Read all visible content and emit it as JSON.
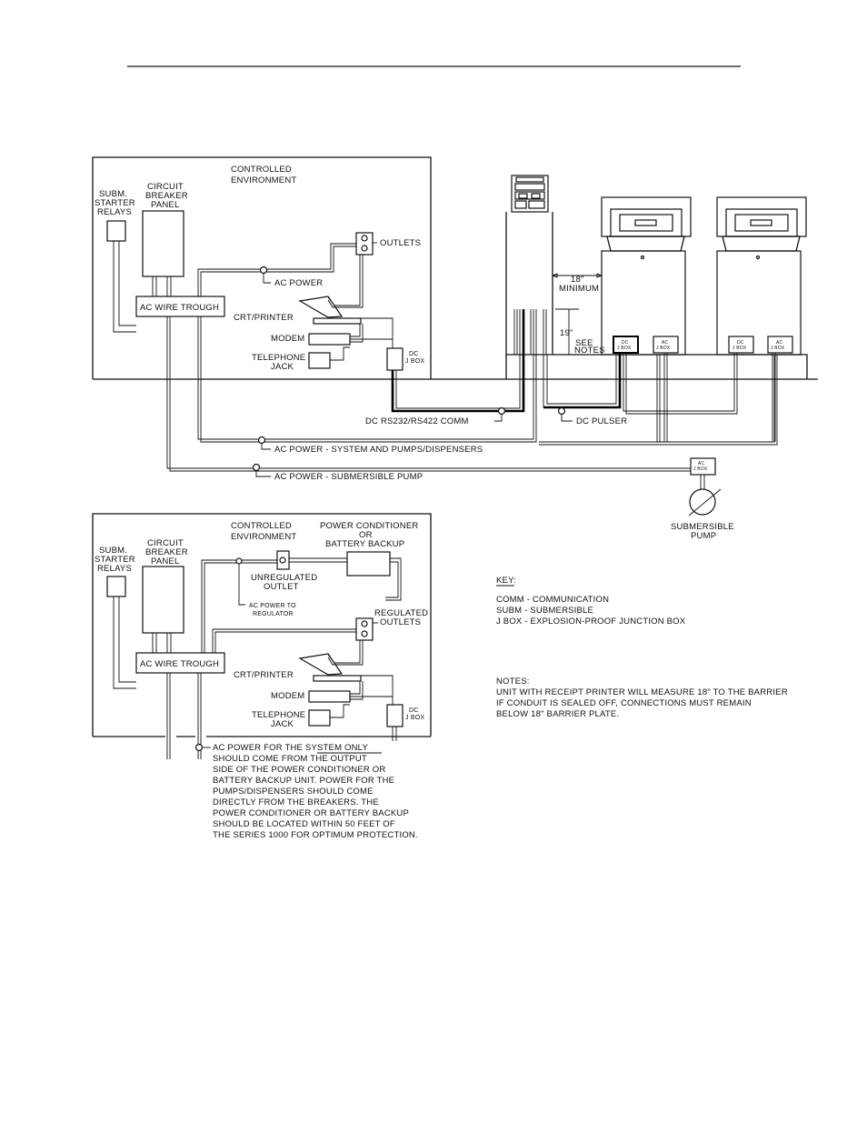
{
  "top": {
    "controlled_environment": [
      "CONTROLLED",
      "ENVIRONMENT"
    ],
    "subm_starter_relays": [
      "SUBM.",
      "STARTER",
      "RELAYS"
    ],
    "circuit_breaker_panel": [
      "CIRCUIT",
      "BREAKER",
      "PANEL"
    ],
    "outlets": "OUTLETS",
    "ac_power": "AC POWER",
    "ac_wire_trough": "AC WIRE TROUGH",
    "crt_printer": "CRT/PRINTER",
    "modem": "MODEM",
    "telephone_jack": [
      "TELEPHONE",
      "JACK"
    ],
    "dc_jbox": [
      "DC",
      "J BOX"
    ],
    "minimum_18": [
      "18\"",
      "MINIMUM"
    ],
    "see_notes_19": [
      "19\"",
      "SEE",
      "NOTES"
    ],
    "dispenser_jbox_labels": [
      [
        "DC",
        "J BOX"
      ],
      [
        "AC",
        "J BOX"
      ],
      [
        "DC",
        "J BOX"
      ],
      [
        "AC",
        "J BOX"
      ]
    ],
    "dc_comm": "DC RS232/RS422 COMM",
    "dc_pulser": "DC PULSER",
    "ac_power_system": "AC POWER - SYSTEM AND PUMPS/DISPENSERS",
    "ac_power_submersible": "AC POWER - SUBMERSIBLE PUMP",
    "ac_jbox_pump": [
      "AC",
      "J BOX"
    ],
    "submersible_pump": [
      "SUBMERSIBLE",
      "PUMP"
    ]
  },
  "bottom": {
    "controlled_environment": [
      "CONTROLLED",
      "ENVIRONMENT"
    ],
    "power_conditioner": [
      "POWER CONDITIONER",
      "OR",
      "BATTERY BACKUP"
    ],
    "subm_starter_relays": [
      "SUBM.",
      "STARTER",
      "RELAYS"
    ],
    "circuit_breaker_panel": [
      "CIRCUIT",
      "BREAKER",
      "PANEL"
    ],
    "unregulated_outlet": [
      "UNREGULATED",
      "OUTLET"
    ],
    "ac_power_to_regulator": [
      "AC POWER TO",
      "REGULATOR"
    ],
    "regulated_outlets": [
      "REGULATED",
      "OUTLETS"
    ],
    "ac_wire_trough": "AC WIRE TROUGH",
    "crt_printer": "CRT/PRINTER",
    "modem": "MODEM",
    "telephone_jack": [
      "TELEPHONE",
      "JACK"
    ],
    "dc_jbox": [
      "DC",
      "J BOX"
    ],
    "ac_note": [
      "AC POWER FOR THE SYSTEM ONLY",
      "SHOULD COME FROM THE OUTPUT",
      "SIDE OF THE POWER CONDITIONER OR",
      "BATTERY BACKUP UNIT.  POWER FOR THE",
      "PUMPS/DISPENSERS SHOULD COME",
      "DIRECTLY FROM THE BREAKERS. THE",
      "POWER CONDITIONER OR BATTERY BACKUP",
      "SHOULD BE LOCATED WITHIN 50 FEET OF",
      "THE SERIES 1000 FOR OPTIMUM PROTECTION."
    ]
  },
  "key": {
    "title": "KEY:",
    "items": [
      "COMM  -  COMMUNICATION",
      "SUBM  -  SUBMERSIBLE",
      "J BOX  -  EXPLOSION-PROOF JUNCTION BOX"
    ]
  },
  "notes": {
    "title": "NOTES:",
    "lines": [
      "UNIT WITH RECEIPT PRINTER WILL MEASURE 18\" TO THE BARRIER",
      "IF CONDUIT IS SEALED OFF, CONNECTIONS MUST REMAIN",
      "BELOW 18\" BARRIER PLATE."
    ]
  }
}
